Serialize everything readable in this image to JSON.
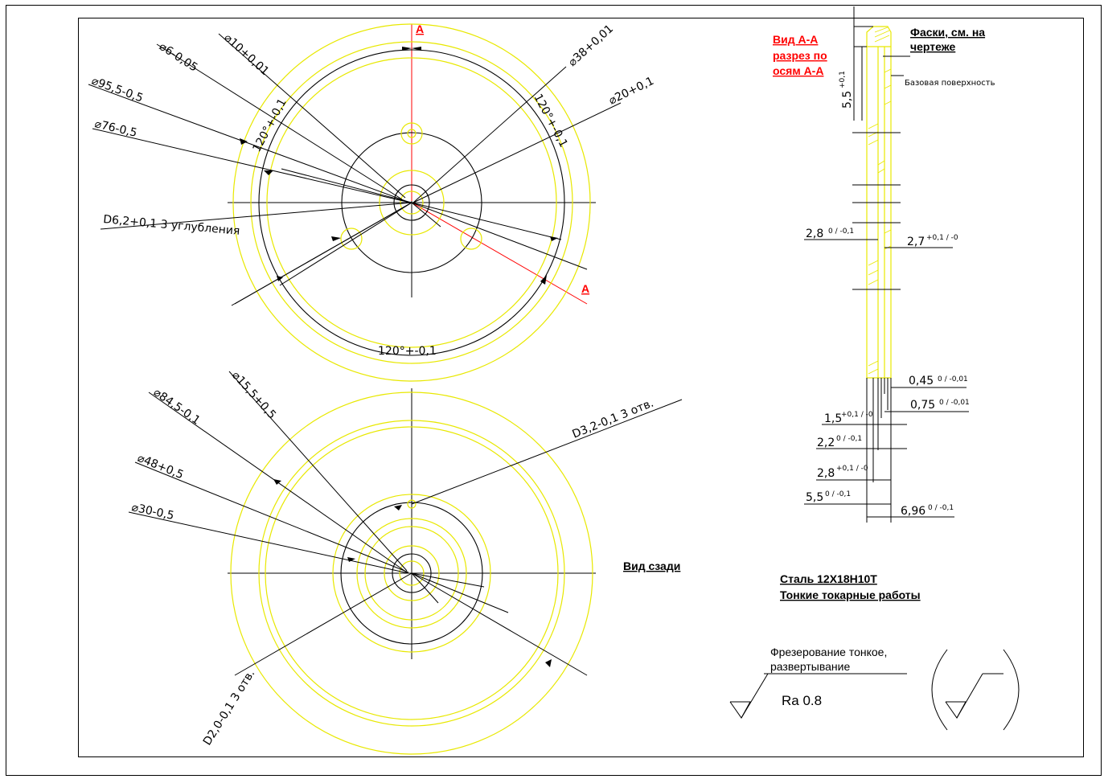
{
  "section_marks": {
    "top": "A",
    "bottom": "A"
  },
  "front_view": {
    "dims": {
      "d6": "⌀6-0,05",
      "d10": "⌀10+0,01",
      "d95": "⌀95,5-0,5",
      "d76": "⌀76-0,5",
      "ang_left": "120°+-0,1",
      "ang_right": "120°+-0,1",
      "ang_bottom": "120°+-0,1",
      "d38": "⌀38+0,01",
      "d20": "⌀20+0,1",
      "recess": "D6,2+0,1 3 углубления"
    }
  },
  "back_view": {
    "title": "Вид сзади",
    "dims": {
      "d15": "⌀15,5+0,5",
      "d84": "⌀84,5-0,1",
      "d48": "⌀48+0,5",
      "d30": "⌀30-0,5",
      "holes32": "D3,2-0,1 3 отв.",
      "holes20": "D2,0-0,1 3 отв."
    }
  },
  "section": {
    "title_l1": "Вид А-А",
    "title_l2": "разрез по",
    "title_l3": "осям А-А",
    "chamfer_l1": "Фаски, см. на",
    "chamfer_l2": "чертеже",
    "base_surface": "Базовая поверхность",
    "dims": {
      "h55": "5,5",
      "h55_tol": "+0,1",
      "d28": "2,8",
      "d28_tol": "0 / -0,1",
      "d27": "2,7",
      "d27_tol": "+0,1 / -0",
      "d045": "0,45",
      "d045_tol": "0 / -0,01",
      "d075": "0,75",
      "d075_tol": "0 / -0,01",
      "d15": "1,5",
      "d15_tol": "+0,1 / -0",
      "d22": "2,2",
      "d22_tol": "0 / -0,1",
      "d28b": "2,8",
      "d28b_tol": "+0,1 / -0",
      "d55b": "5,5",
      "d55b_tol": "0 / -0,1",
      "d696": "6,96",
      "d696_tol": "0 / -0,1"
    }
  },
  "material_l1": "Сталь 12Х18Н10Т",
  "material_l2": "Тонкие токарные работы",
  "finish_l1": "Фрезерование тонкое,",
  "finish_l2": "развертывание",
  "roughness": "Ra 0.8"
}
